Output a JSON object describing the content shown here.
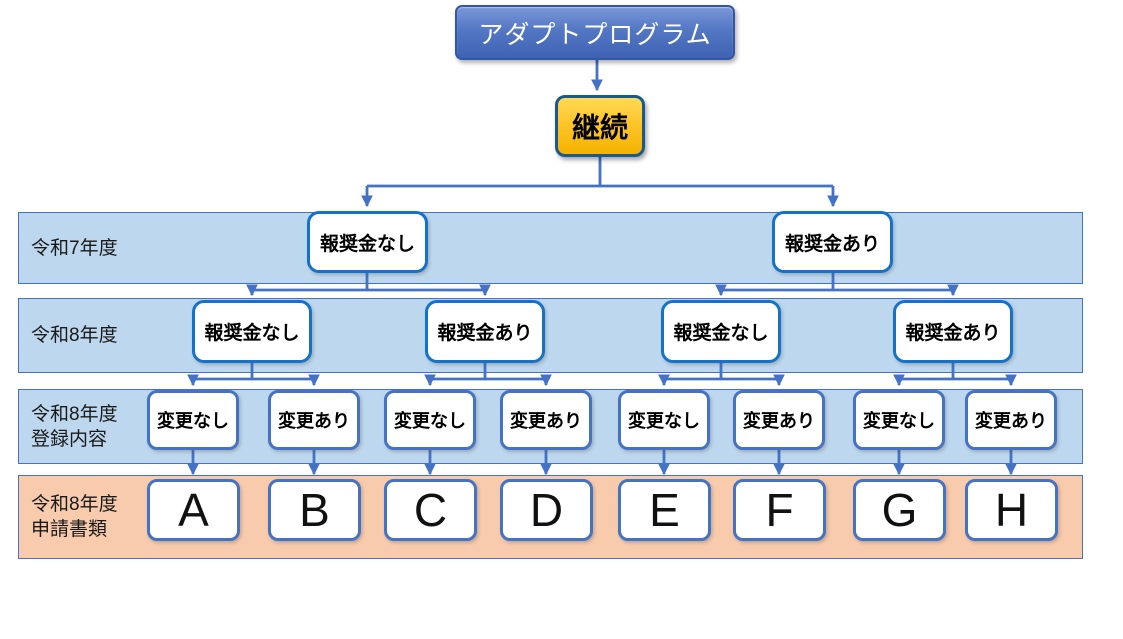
{
  "diagram": {
    "title_box": "アダプトプログラム",
    "root_node": "継続",
    "rows": [
      {
        "label_line1": "令和7年度",
        "label_line2": "",
        "nodes": [
          "報奨金なし",
          "報奨金あり"
        ]
      },
      {
        "label_line1": "令和8年度",
        "label_line2": "",
        "nodes": [
          "報奨金なし",
          "報奨金あり",
          "報奨金なし",
          "報奨金あり"
        ]
      },
      {
        "label_line1": "令和8年度",
        "label_line2": "登録内容",
        "nodes": [
          "変更なし",
          "変更あり",
          "変更なし",
          "変更あり",
          "変更なし",
          "変更あり",
          "変更なし",
          "変更あり"
        ]
      },
      {
        "label_line1": "令和8年度",
        "label_line2": "申請書類",
        "nodes": [
          "A",
          "B",
          "C",
          "D",
          "E",
          "F",
          "G",
          "H"
        ]
      }
    ],
    "colors": {
      "band_blue": "#BDD7EE",
      "band_peach": "#F8CBAD",
      "connector_blue": "#4472C4",
      "node_border_blue": "#1473C8",
      "gold": "#FFC000",
      "title_blue": "#4F74C4"
    }
  }
}
